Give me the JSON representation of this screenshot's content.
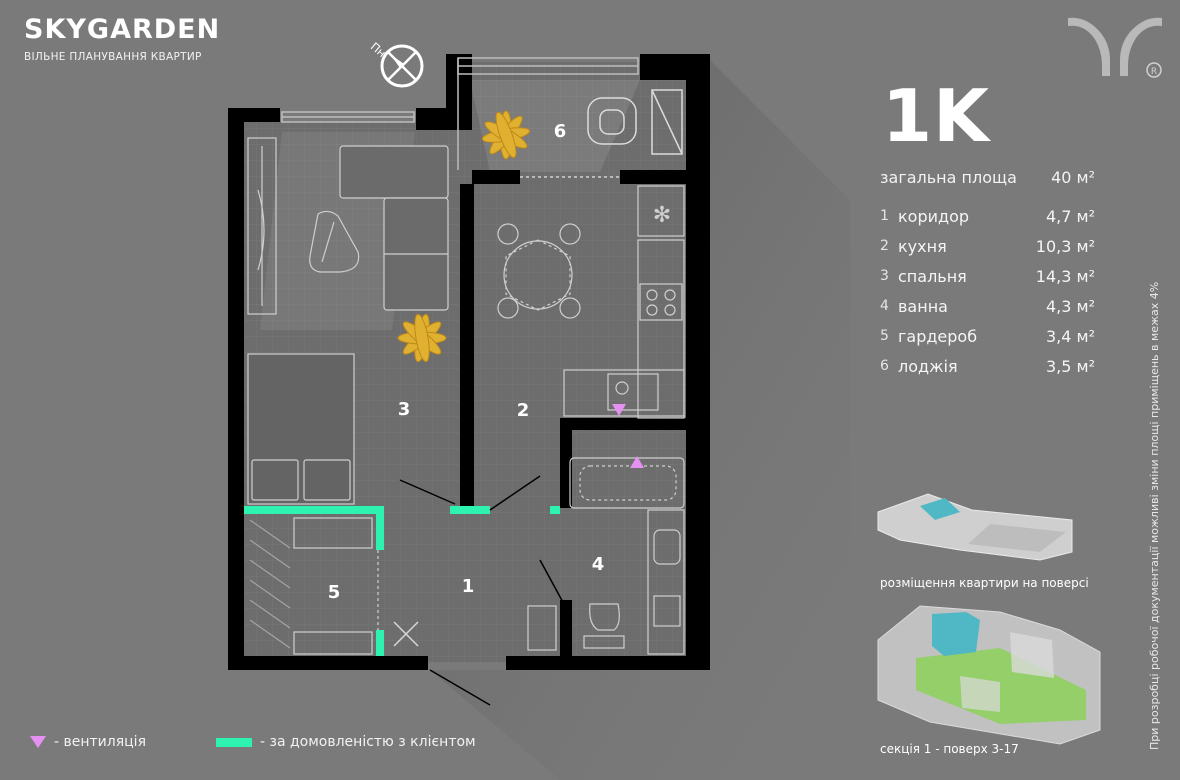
{
  "brand": {
    "title": "SKYGARDEN",
    "subtitle": "ВІЛЬНЕ ПЛАНУВАННЯ КВАРТИР"
  },
  "compass": {
    "label": "Пн"
  },
  "apartment": {
    "type": "1K",
    "total_label": "загальна площа",
    "total_value": "40 м²",
    "rooms": [
      {
        "num": "1",
        "name": "коридор",
        "area": "4,7 м²"
      },
      {
        "num": "2",
        "name": "кухня",
        "area": "10,3 м²"
      },
      {
        "num": "3",
        "name": "спальня",
        "area": "14,3 м²"
      },
      {
        "num": "4",
        "name": "ванна",
        "area": "4,3 м²"
      },
      {
        "num": "5",
        "name": "гардероб",
        "area": "3,4 м²"
      },
      {
        "num": "6",
        "name": "лоджія",
        "area": "3,5 м²"
      }
    ]
  },
  "plan_labels": {
    "r1": "1",
    "r2": "2",
    "r3": "3",
    "r4": "4",
    "r5": "5",
    "r6": "6"
  },
  "floor_caption": "розміщення квартири на поверсі",
  "section_caption": "секція 1 - поверх 3-17",
  "side_note": "При розробці робочої документації можливі зміни площі приміщень в межах 4%",
  "legend": {
    "ventilation": "- вентиляція",
    "client": "- за домовленістю з клієнтом"
  },
  "colors": {
    "background": "#7a7a7a",
    "wall": "#000000",
    "accent_green": "#2ef2b0",
    "ventilation_pink": "#e591f2",
    "highlight_teal": "#4fb8c4",
    "garden_green": "#8fd060"
  },
  "icons": [
    "compass-icon",
    "plant-icon",
    "logo-mark",
    "registered-icon",
    "ventilation-marker",
    "client-wall-marker"
  ]
}
